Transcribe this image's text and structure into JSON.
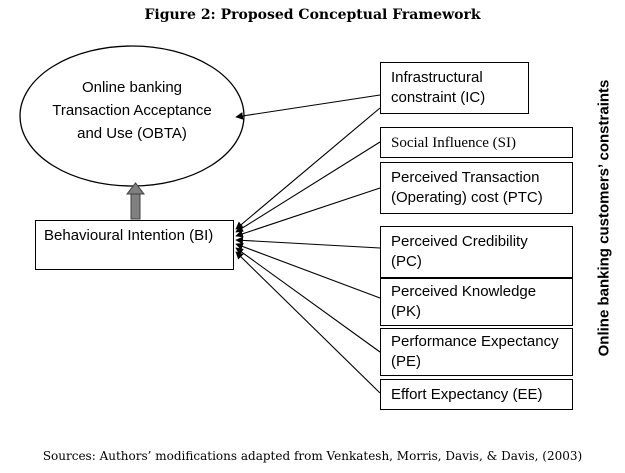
{
  "title": "Figure 2: Proposed Conceptual Framework",
  "oval": {
    "text": "Online banking Transaction Acceptance and Use (OBTA)"
  },
  "bi": {
    "text": "Behavioural Intention (BI)"
  },
  "side_label": "Online banking customers’ constraints",
  "constructs": [
    {
      "text": "Infrastructural constraint (IC)"
    },
    {
      "text": "Social Influence (SI)"
    },
    {
      "text": "Perceived Transaction (Operating) cost (PTC)"
    },
    {
      "text": "Perceived Credibility (PC)"
    },
    {
      "text": "Perceived Knowledge (PK)"
    },
    {
      "text": "Performance Expectancy (PE)"
    },
    {
      "text": "Effort Expectancy (EE)"
    }
  ],
  "source": "Sources: Authors’ modifications adapted from Venkatesh, Morris, Davis, & Davis, (2003)"
}
